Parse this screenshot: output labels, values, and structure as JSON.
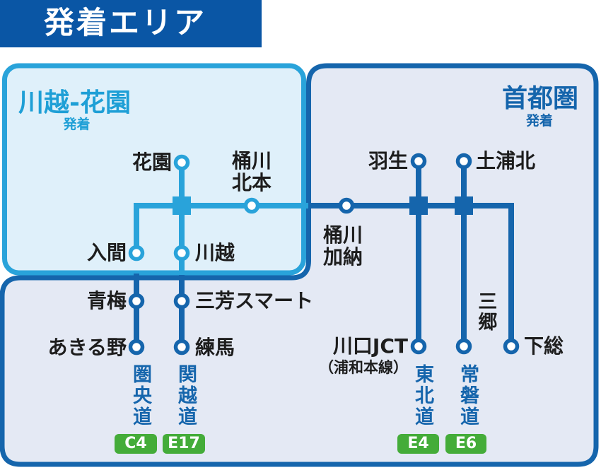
{
  "title": "発着エリア",
  "areas": {
    "kawagoe_hanazono": {
      "name": "川越-花園",
      "sub": "発着"
    },
    "shutoken": {
      "name": "首都圏",
      "sub": "発着"
    }
  },
  "stations": {
    "hanazono": "花園",
    "okegawa_kitamoto": "桶川\n北本",
    "iruma": "入間",
    "kawagoe": "川越",
    "hanyu": "羽生",
    "tsuchiura_kita": "土浦北",
    "okegawa_kano": "桶川\n加納",
    "oume": "青梅",
    "akiruno": "あきる野",
    "miyoshi_smart": "三芳スマート",
    "nerima": "練馬",
    "kawaguchi_jct": "川口JCT",
    "kawaguchi_jct_sub": "（浦和本線）",
    "misato": "三郷",
    "shimousa": "下総"
  },
  "roads": [
    {
      "label": "圏央道",
      "badge": "C4"
    },
    {
      "label": "関越道",
      "badge": "E17"
    },
    {
      "label": "東北道",
      "badge": "E4"
    },
    {
      "label": "常磐道",
      "badge": "E6"
    }
  ],
  "colors": {
    "title_bar_blue": "#0A56A5",
    "line_dark_blue": "#1565AC",
    "line_cyan": "#29A3DA",
    "box_fill_cyan": "#DFF0FA",
    "box_fill_blue_gray": "#E4E9F4",
    "badge_green": "#44AC39",
    "station_text": "#1d1d1d"
  }
}
